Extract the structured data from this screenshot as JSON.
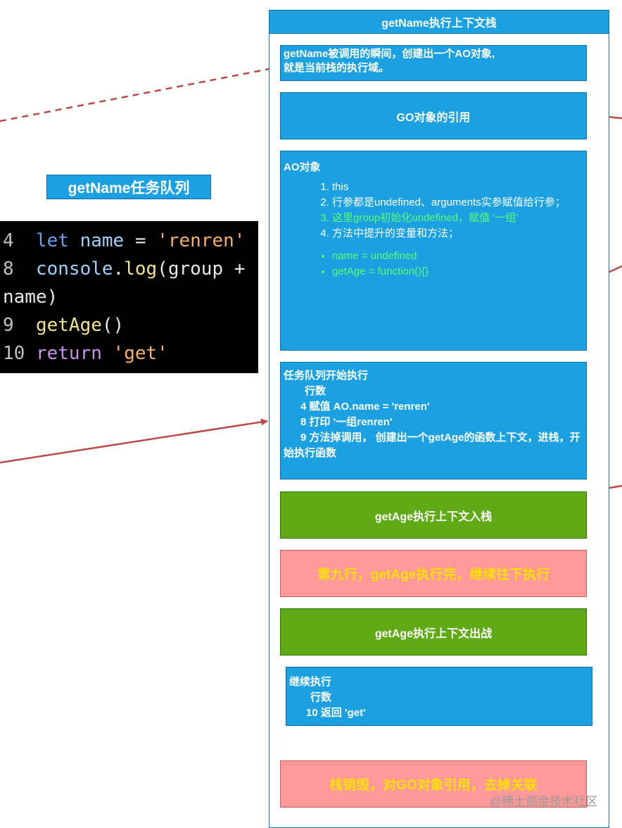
{
  "frame": {
    "title": "getName执行上下文栈"
  },
  "boxes": {
    "creation_line1": "getName被调用的瞬间，创建出一个AO对象,",
    "creation_line2": "就是当前栈的执行域。",
    "go_ref": "GO对象的引用",
    "ao": {
      "title": "AO对象",
      "steps": [
        "this",
        "行参都是undefined、arguments实参赋值给行参；",
        "这里group初始化undefined，赋值 '一组'",
        "方法中提升的变量和方法；"
      ],
      "vars": [
        "name = undefined",
        "getAge = function(){}"
      ]
    },
    "queue": {
      "title": "任务队列开始执行",
      "rows_label": "行数",
      "line4": "4 赋值 AO.name = 'renren'",
      "line8": "8 打印  '一组renren'",
      "line9": "9 方法掉调用， 创建出一个getAge的函数上下文，进栈，开始执行函数"
    },
    "push": "getAge执行上下文入栈",
    "line9_done": "第九行，getAge执行完，继续往下执行",
    "pop": "getAge执行上下文出战",
    "continue": {
      "title": "继续执行",
      "rows_label": "行数",
      "line10": "10 返回 'get'"
    },
    "destroy": "栈销毁，对GO对象引用，去掉关联"
  },
  "queue_label": "getName任务队列",
  "code": {
    "l4": {
      "num": "4",
      "kw": "let",
      "name": "name",
      "op": " = ",
      "str": "'renren'"
    },
    "l8": {
      "num": "8",
      "obj": "console",
      "dot": ".",
      "fn": "log",
      "rest": "(group +"
    },
    "l8b": "name)",
    "l9": {
      "num": "9",
      "fn": "getAge",
      "rest": "()"
    },
    "l10": {
      "num": "10",
      "kw": "return",
      "str": "'get'"
    }
  },
  "watermark": "@稀土掘金技术社区",
  "colors": {
    "blue": "#1ba1e2",
    "green": "#60a917",
    "pink": "#ff9999",
    "yellow_text": "#ffe100",
    "highlight_green": "#5bff70",
    "arrow": "#b84a4a"
  }
}
